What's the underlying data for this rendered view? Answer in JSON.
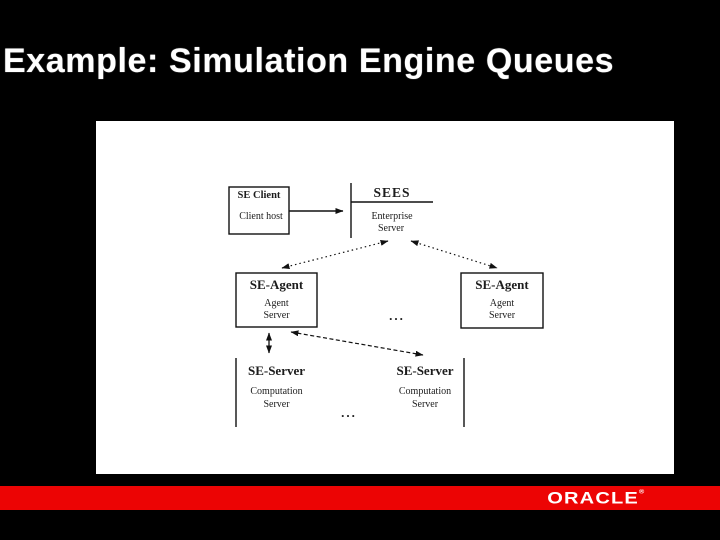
{
  "slide": {
    "title": "Example: Simulation Engine Queues"
  },
  "diagram": {
    "client": {
      "name": "SE Client",
      "host": "Client host"
    },
    "sees": {
      "name": "SEES",
      "host_line1": "Enterprise",
      "host_line2": "Server"
    },
    "agent_left": {
      "name": "SE-Agent",
      "host_line1": "Agent",
      "host_line2": "Server"
    },
    "agent_right": {
      "name": "SE-Agent",
      "host_line1": "Agent",
      "host_line2": "Server"
    },
    "server_left": {
      "name": "SE-Server",
      "host_line1": "Computation",
      "host_line2": "Server"
    },
    "server_right": {
      "name": "SE-Server",
      "host_line1": "Computation",
      "host_line2": "Server"
    },
    "agents_ellipsis": "...",
    "servers_ellipsis": "..."
  },
  "footer": {
    "brand": "ORACLE",
    "registered_mark": "®"
  },
  "colors": {
    "background": "#000000",
    "slide_panel": "#ffffff",
    "accent_red": "#ec0404",
    "title_text": "#ffffff",
    "diagram_ink": "#1c1c1c"
  }
}
